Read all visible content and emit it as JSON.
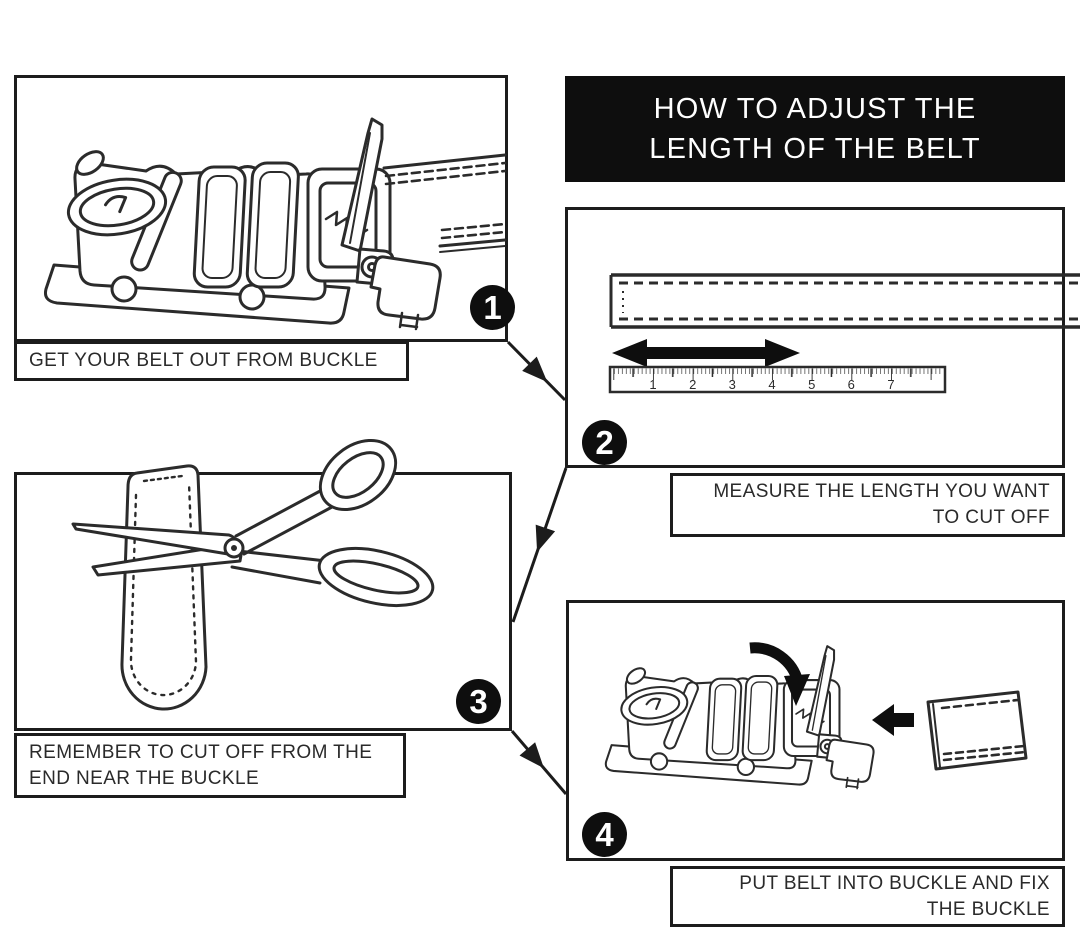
{
  "title": {
    "lines": [
      "HOW TO ADJUST THE",
      "LENGTH OF THE BELT"
    ]
  },
  "steps": [
    {
      "number": "1",
      "caption_lines": [
        "GET YOUR BELT OUT FROM BUCKLE"
      ],
      "illustration": "belt-buckle-open-with-strap"
    },
    {
      "number": "2",
      "caption_lines": [
        "MEASURE THE LENGTH YOU WANT",
        "TO CUT OFF"
      ],
      "illustration": "belt-strap-with-ruler-and-measure-arrow"
    },
    {
      "number": "3",
      "caption_lines": [
        "REMEMBER TO CUT OFF FROM THE",
        "END NEAR THE BUCKLE"
      ],
      "illustration": "scissors-cutting-belt-end"
    },
    {
      "number": "4",
      "caption_lines": [
        "PUT BELT INTO BUCKLE AND FIX",
        "THE BUCKLE"
      ],
      "illustration": "belt-inserted-into-buckle"
    }
  ],
  "ruler": {
    "numbers": [
      "1",
      "2",
      "3",
      "4",
      "5",
      "6",
      "7"
    ]
  },
  "colors": {
    "background": "#ffffff",
    "line_art": "#2b2b2b",
    "panel_border": "#1c1c1c",
    "title_bg": "#0e0e0e",
    "title_text": "#ffffff",
    "badge_bg": "#0e0e0e",
    "badge_text": "#ffffff",
    "caption_text": "#2a2a2a"
  }
}
